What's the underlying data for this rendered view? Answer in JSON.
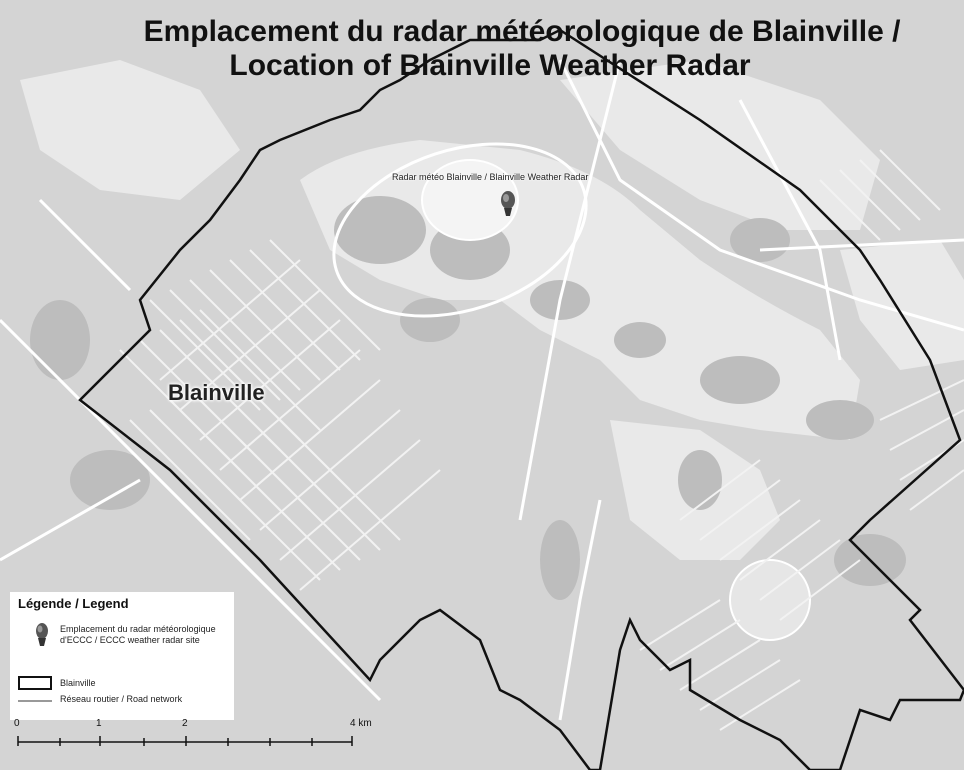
{
  "map": {
    "title_fr": "Emplacement du radar météorologique de Blainville /",
    "title_en": "Location of Blainville Weather Radar",
    "town_label": "Blainville",
    "radar_label": "Radar météo Blainville / Blainville Weather Radar"
  },
  "legend": {
    "title": "Légende / Legend",
    "items": [
      {
        "label": "Emplacement du radar météorologique d'ECCC / ECCC weather radar site",
        "icon": "radar-marker-icon"
      },
      {
        "label": "Blainville",
        "icon": "boundary-box-icon"
      },
      {
        "label": "Réseau routier / Road network",
        "icon": "road-line-icon"
      }
    ]
  },
  "scale": {
    "ticks": [
      "0",
      "1",
      "2",
      "4 km"
    ]
  }
}
